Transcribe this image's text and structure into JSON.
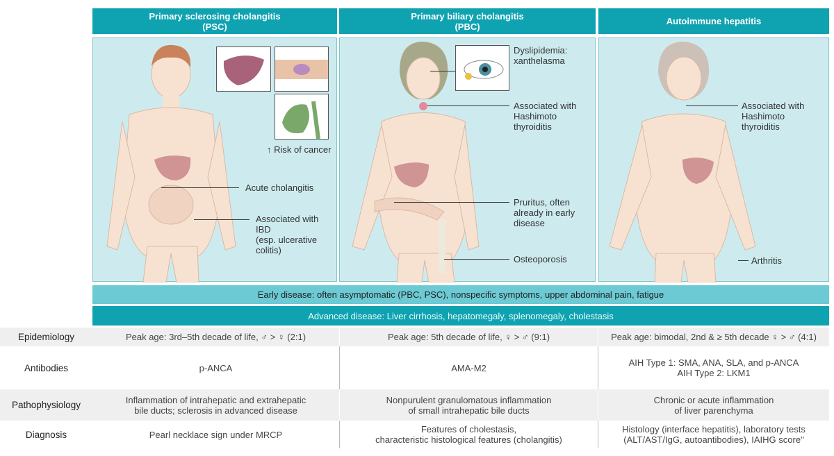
{
  "columns": [
    {
      "title": "Primary sclerosing cholangitis\n(PSC)"
    },
    {
      "title": "Primary biliary cholangitis\n(PBC)"
    },
    {
      "title": "Autoimmune hepatitis"
    }
  ],
  "psc": {
    "risk": "↑ Risk of cancer",
    "cholangitis": "Acute cholangitis",
    "ibd": "Associated with\nIBD\n(esp. ulcerative\ncolitis)"
  },
  "pbc": {
    "dyslipidemia": "Dyslipidemia:\nxanthelasma",
    "hashimoto": "Associated with\nHashimoto\nthyroiditis",
    "pruritus": "Pruritus, often\nalready in early\ndisease",
    "osteoporosis": "Osteoporosis"
  },
  "aih": {
    "hashimoto": "Associated with\nHashimoto\nthyroiditis",
    "arthritis": "Arthritis"
  },
  "early": "Early disease: often asymptomatic (PBC, PSC), nonspecific symptoms, upper abdominal pain, fatigue",
  "advanced": "Advanced disease: Liver cirrhosis, hepatomegaly, splenomegaly, cholestasis",
  "colors": {
    "header": "#0fa3b1",
    "early": "#6ccad4",
    "panel": "#cdebef",
    "skin": "#f7e2d2"
  },
  "table": [
    {
      "label": "Epidemiology",
      "cells": [
        "Peak age: 3rd–5th decade of life, ♂ > ♀ (2:1)",
        "Peak age: 5th decade of life, ♀ > ♂ (9:1)",
        "Peak age: bimodal, 2nd & ≥ 5th decade ♀ > ♂ (4:1)"
      ]
    },
    {
      "label": "Antibodies",
      "cells": [
        "p-ANCA",
        "AMA-M2",
        "AIH Type 1: SMA, ANA, SLA, and p-ANCA\nAIH Type 2: LKM1"
      ]
    },
    {
      "label": "Pathophysiology",
      "cells": [
        "Inflammation of intrahepatic and extrahepatic\nbile ducts; sclerosis in advanced disease",
        "Nonpurulent granulomatous inflammation\nof small intrahepatic bile ducts",
        "Chronic or acute inflammation\nof liver parenchyma"
      ]
    },
    {
      "label": "Diagnosis",
      "cells": [
        "Pearl necklace sign under MRCP\n ",
        "Features of cholestasis,\ncharacteristic histological features (cholangitis)",
        "Histology (interface hepatitis), laboratory tests\n(ALT/AST/IgG, autoantibodies), IAIHG score\""
      ]
    }
  ]
}
